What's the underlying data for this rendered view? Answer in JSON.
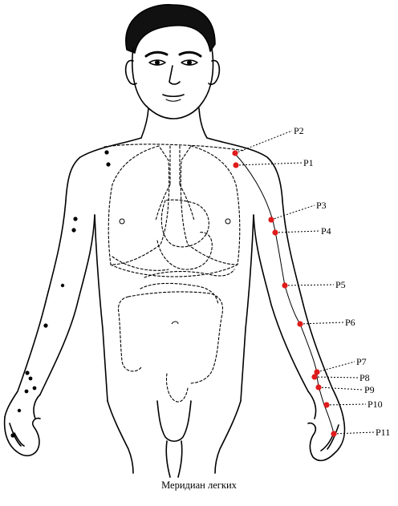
{
  "caption": "Меридиан легких",
  "colors": {
    "point": "#e01b1b",
    "line": "#000000",
    "background": "#ffffff"
  },
  "points": [
    {
      "id": "p2",
      "label": "P2"
    },
    {
      "id": "p1",
      "label": "P1"
    },
    {
      "id": "p3",
      "label": "P3"
    },
    {
      "id": "p4",
      "label": "P4"
    },
    {
      "id": "p5",
      "label": "P5"
    },
    {
      "id": "p6",
      "label": "P6"
    },
    {
      "id": "p7",
      "label": "P7"
    },
    {
      "id": "p8",
      "label": "P8"
    },
    {
      "id": "p9",
      "label": "P9"
    },
    {
      "id": "p10",
      "label": "P10"
    },
    {
      "id": "p11",
      "label": "P11"
    }
  ]
}
